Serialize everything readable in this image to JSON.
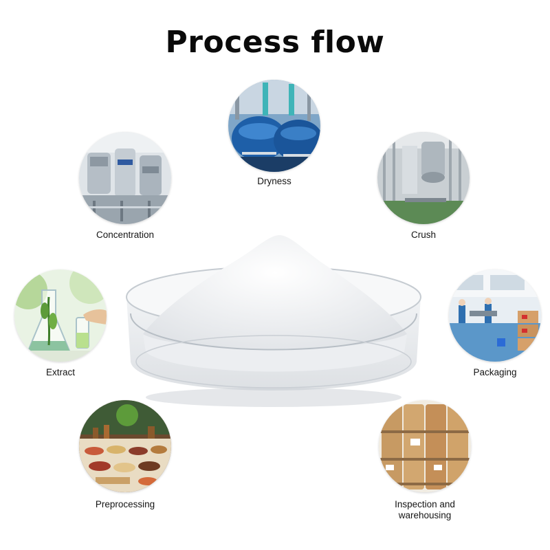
{
  "title": "Process flow",
  "steps": [
    {
      "id": "dryness",
      "label": "Dryness",
      "icon": "reactor-tanks-image"
    },
    {
      "id": "concentration",
      "label": "Concentration",
      "icon": "factory-equipment-image"
    },
    {
      "id": "crush",
      "label": "Crush",
      "icon": "steel-machinery-image"
    },
    {
      "id": "extract",
      "label": "Extract",
      "icon": "lab-flask-plant-image"
    },
    {
      "id": "packaging",
      "label": "Packaging",
      "icon": "packaging-workshop-image"
    },
    {
      "id": "preprocessing",
      "label": "Preprocessing",
      "icon": "herbs-bowls-image"
    },
    {
      "id": "inspection",
      "label_lines": [
        "Inspection and",
        "warehousing"
      ],
      "icon": "storage-drums-image"
    }
  ],
  "center": {
    "icon": "white-powder-dish-image"
  },
  "colors": {
    "title": "#0a0a0a",
    "reactor_blue": "#1e5fa8",
    "steel": "#b9c2c9",
    "leaf_green": "#5d9b3a",
    "kraft": "#c79a63",
    "powder": "#f3f4f6"
  }
}
